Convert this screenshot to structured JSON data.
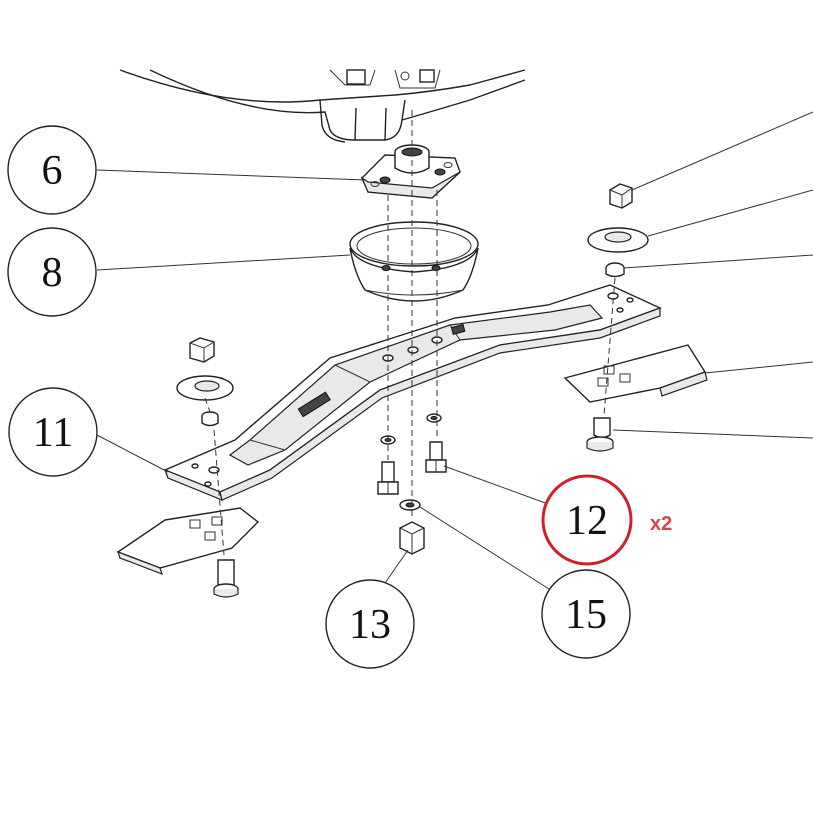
{
  "callouts": [
    {
      "id": "c6",
      "label": "6",
      "highlight": false
    },
    {
      "id": "c8",
      "label": "8",
      "highlight": false
    },
    {
      "id": "c11",
      "label": "11",
      "highlight": false
    },
    {
      "id": "c12",
      "label": "12",
      "highlight": true
    },
    {
      "id": "c13",
      "label": "13",
      "highlight": false
    },
    {
      "id": "c15",
      "label": "15",
      "highlight": false
    }
  ],
  "quantity_label": "x2",
  "colors": {
    "highlight": "#d01f2a",
    "quantity": "#d8434c",
    "line": "#222222"
  }
}
